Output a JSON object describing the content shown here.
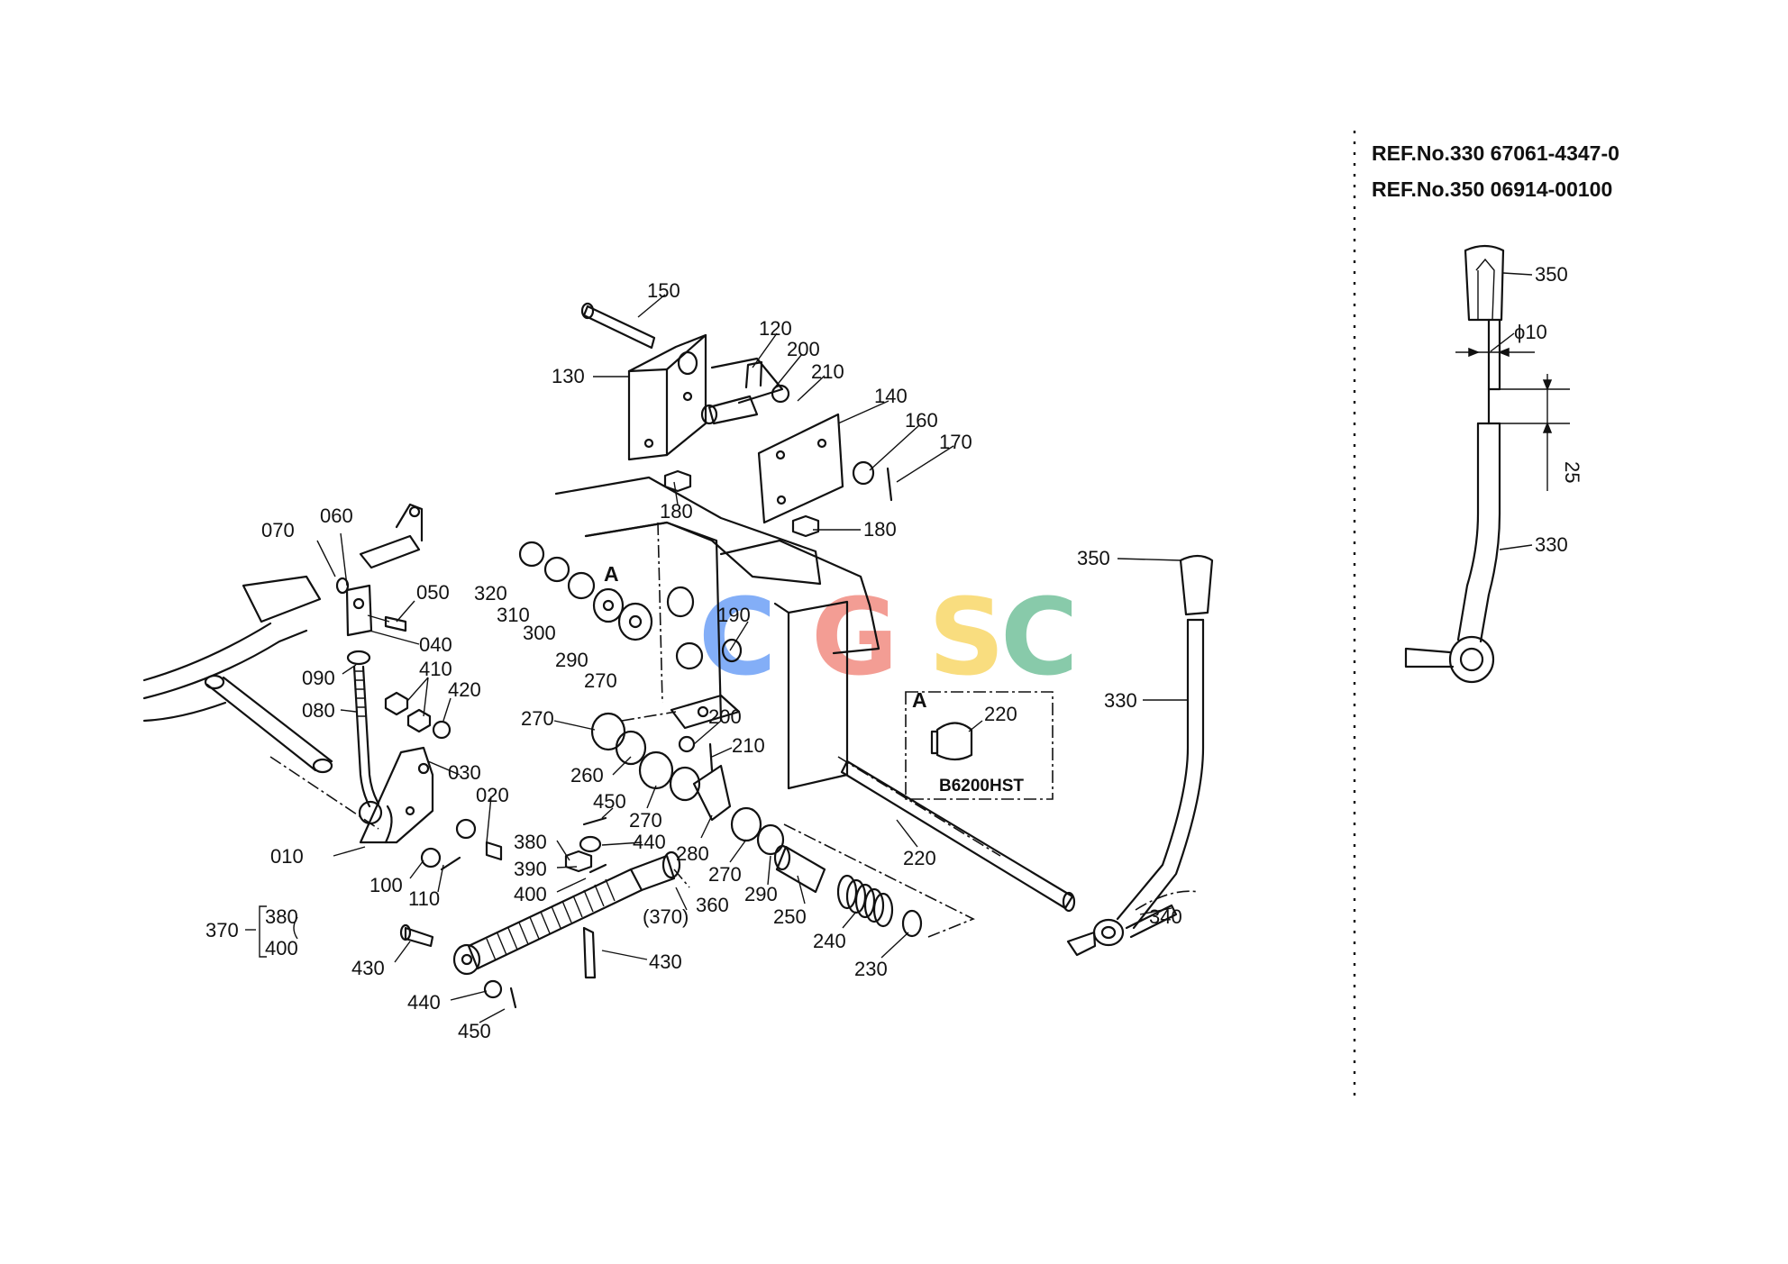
{
  "reference": {
    "line1": "REF.No.330  67061-4347-0",
    "line2": "REF.No.350  06914-00100"
  },
  "detail": {
    "knob": "350",
    "diameter": "ϕ10",
    "length": "25",
    "lever": "330"
  },
  "inset": {
    "letter": "A",
    "part": "220",
    "model": "B6200HST"
  },
  "detail_marker": "A",
  "watermark": {
    "letters": [
      "C",
      "G",
      "S",
      "C"
    ],
    "colors": [
      "#4f8df5",
      "#ee7468",
      "#f7cf4a",
      "#56b487"
    ]
  },
  "callouts": [
    "150",
    "120",
    "200",
    "210",
    "130",
    "140",
    "160",
    "170",
    "180",
    "180",
    "070",
    "060",
    "050",
    "040",
    "090",
    "410",
    "420",
    "080",
    "320",
    "310",
    "300",
    "290",
    "270",
    "190",
    "270",
    "200",
    "210",
    "260",
    "270",
    "280",
    "270",
    "290",
    "250",
    "240",
    "230",
    "220",
    "350",
    "330",
    "340",
    "030",
    "020",
    "010",
    "100",
    "110",
    "380",
    "390",
    "400",
    "450",
    "440",
    "(370)",
    "360",
    "430",
    "430",
    "440",
    "450"
  ],
  "group": {
    "parent": "370",
    "children": [
      "380",
      "400"
    ]
  }
}
